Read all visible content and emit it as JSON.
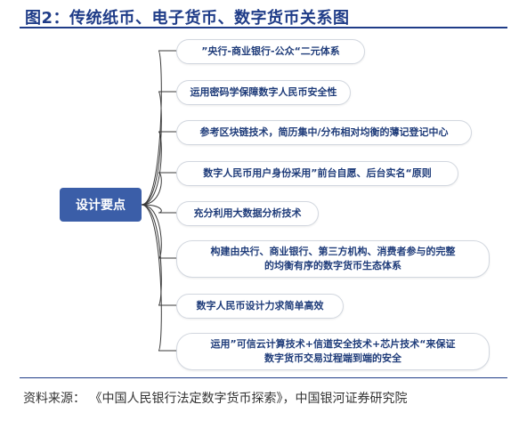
{
  "title": "图2：传统纸币、电子货币、数字货币关系图",
  "center_label": "设计要点",
  "branches": [
    {
      "lines": [
        "”央行-商业银行-公众“二元体系"
      ]
    },
    {
      "lines": [
        "运用密码学保障数字人民币安全性"
      ]
    },
    {
      "lines": [
        "参考区块链技术，简历集中/分布相对均衡的薄记登记中心"
      ]
    },
    {
      "lines": [
        "数字人民币用户身份采用”前台自愿、后台实名“原则"
      ]
    },
    {
      "lines": [
        "充分利用大数据分析技术"
      ]
    },
    {
      "lines": [
        "构建由央行、商业银行、第三方机构、消费者参与的完整",
        "的均衡有序的数字货币生态体系"
      ]
    },
    {
      "lines": [
        "数字人民币设计力求简单高效"
      ]
    },
    {
      "lines": [
        "运用”可信云计算技术+信道安全技术+芯片技术“来保证",
        "数字货币交易过程端到端的安全"
      ]
    }
  ],
  "source": "资料来源：  《中国人民银行法定数字货币探索》，中国银河证券研究院",
  "colors": {
    "title": "#1f3c88",
    "center_fill": "#3b5ea8",
    "node_text": "#1f3c7a",
    "connector": "#3a3a3a"
  }
}
